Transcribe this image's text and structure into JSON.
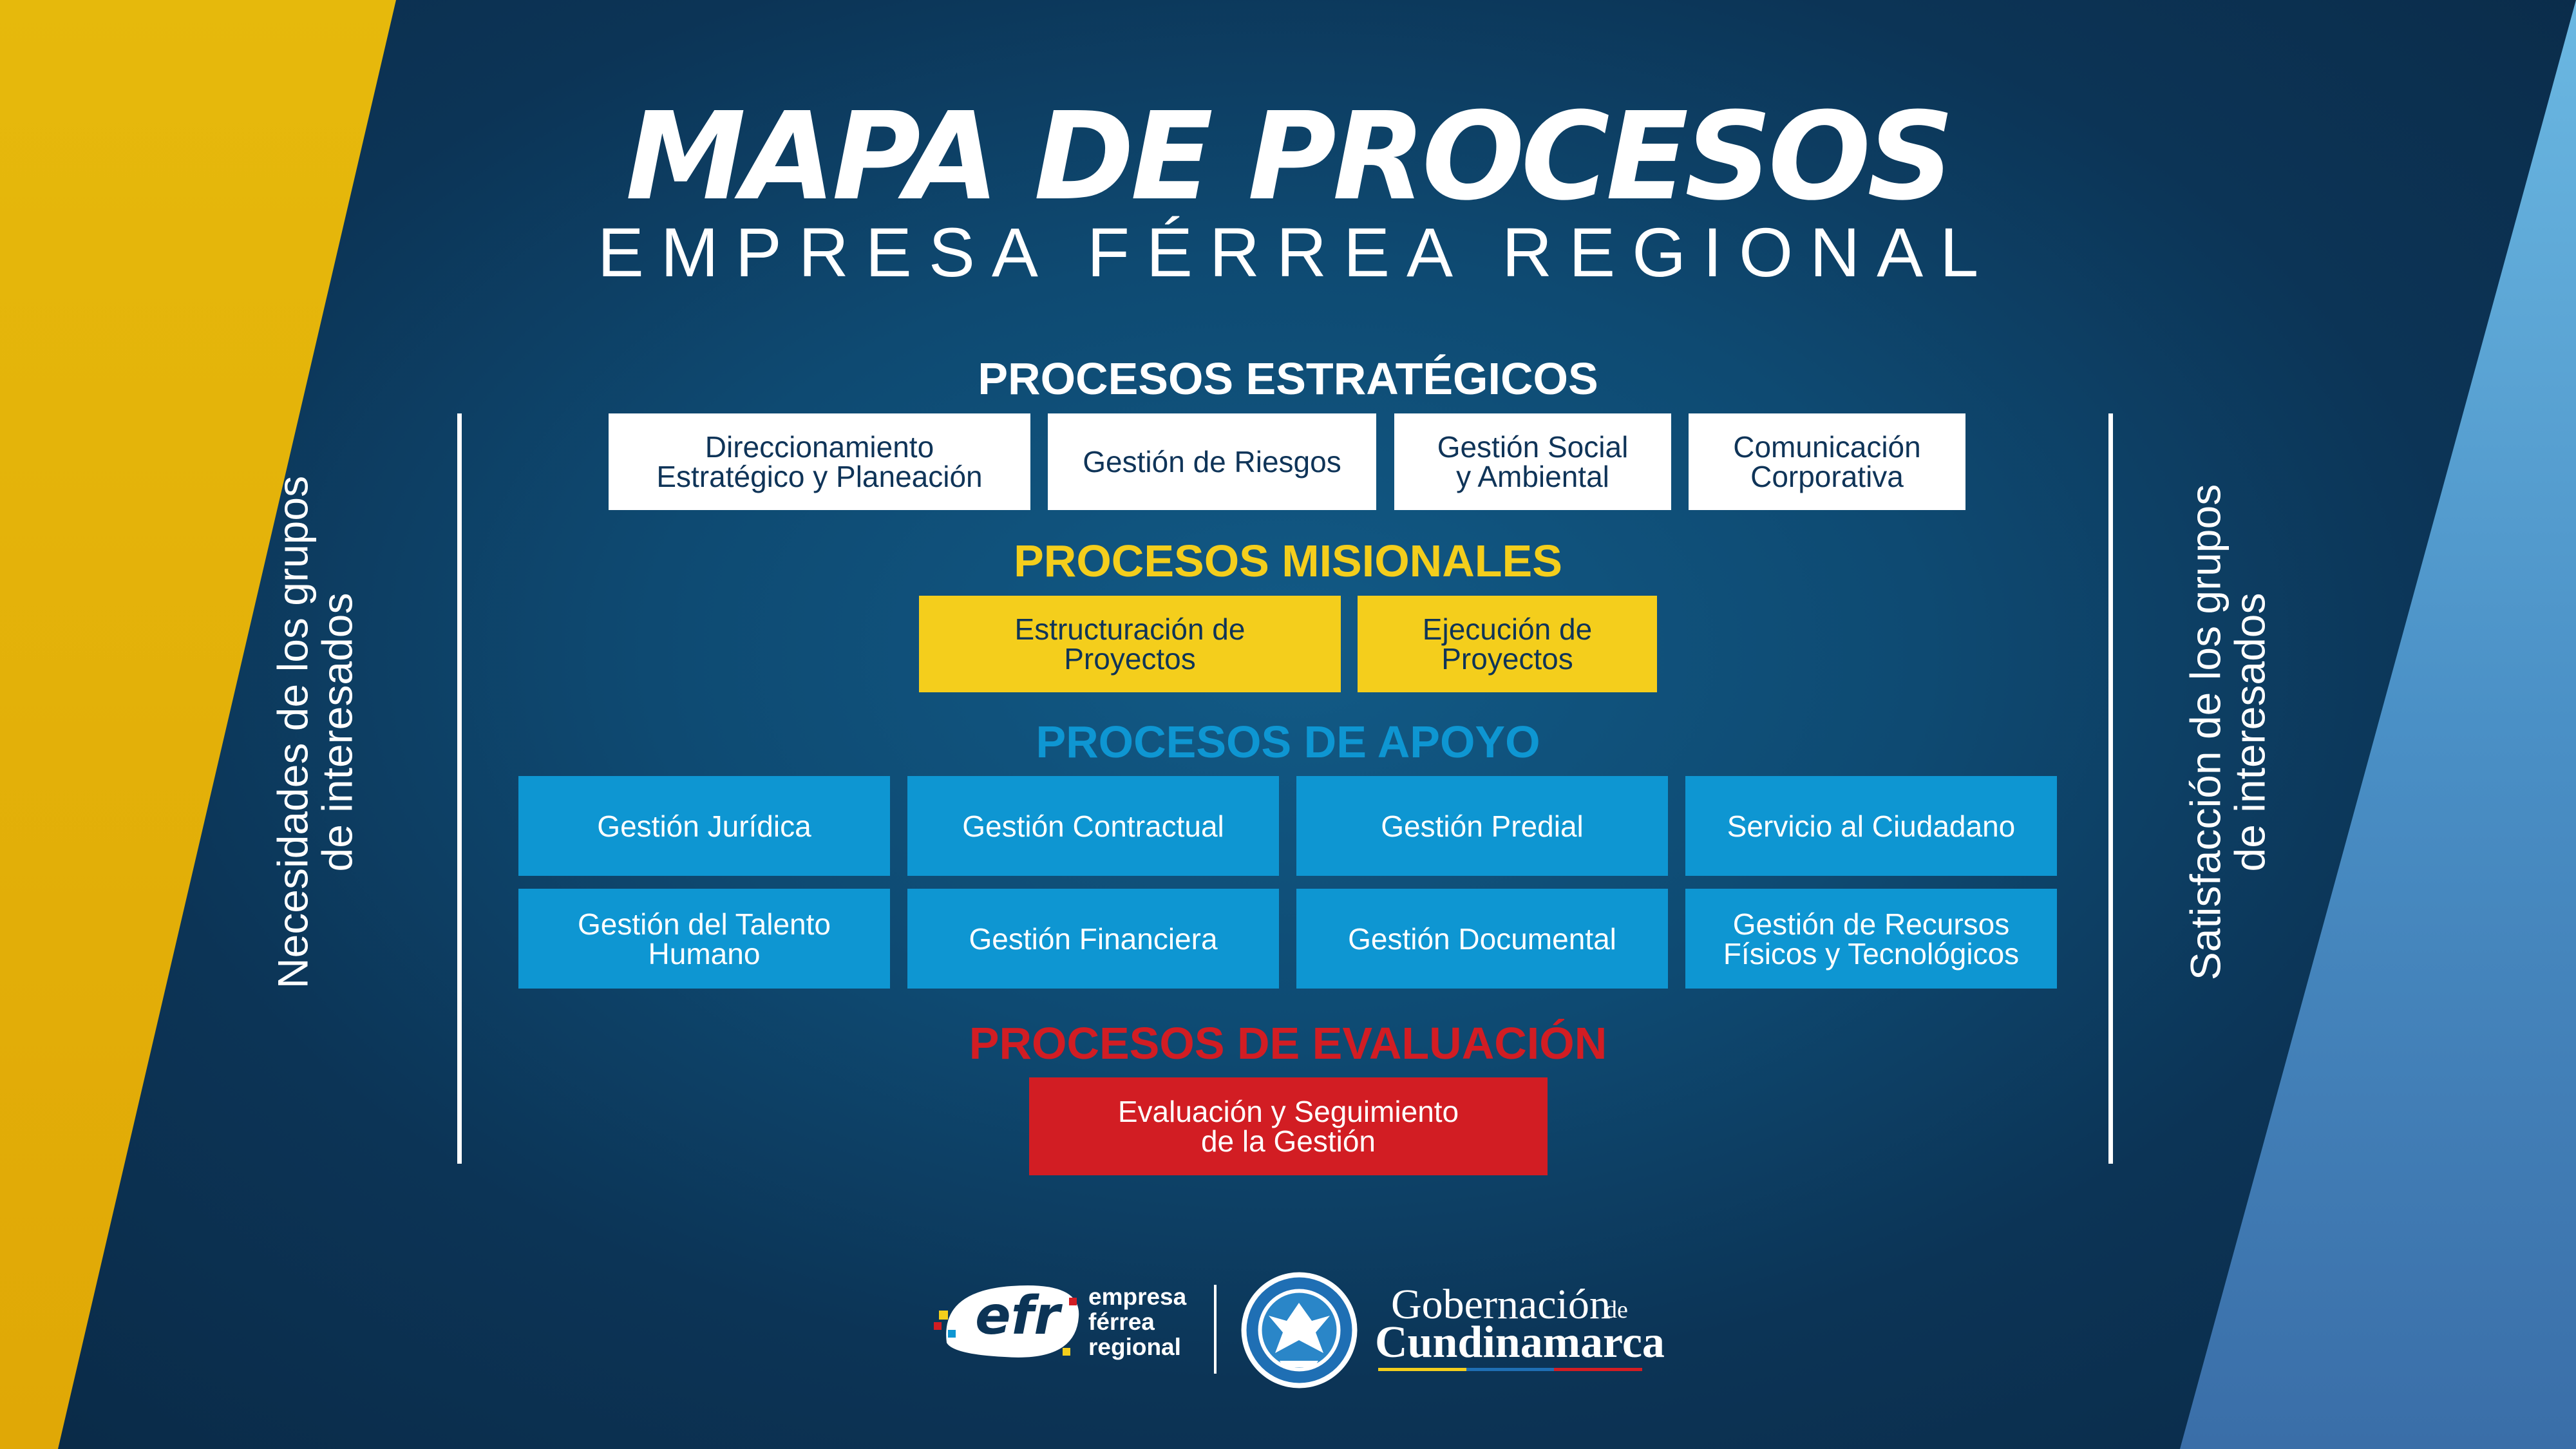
{
  "header": {
    "title": "MAPA DE PROCESOS",
    "subtitle": "EMPRESA FÉRREA REGIONAL"
  },
  "colors": {
    "background": "#0c3456",
    "yellow": "#f4ce1c",
    "blue": "#0e96d2",
    "red": "#d21d23",
    "white": "#ffffff",
    "left_stripe": "#e4b30a",
    "right_stripe": "#5aa8d8"
  },
  "sections": {
    "estrategicos": {
      "title": "PROCESOS ESTRATÉGICOS",
      "items": [
        "Direccionamiento\nEstratégico y Planeación",
        "Gestión de Riesgos",
        "Gestión Social\ny Ambiental",
        "Comunicación\nCorporativa"
      ]
    },
    "misionales": {
      "title": "PROCESOS MISIONALES",
      "items": [
        "Estructuración de\nProyectos",
        "Ejecución de\nProyectos"
      ]
    },
    "apoyo": {
      "title": "PROCESOS DE APOYO",
      "items": [
        "Gestión Jurídica",
        "Gestión Contractual",
        "Gestión Predial",
        "Servicio al Ciudadano",
        "Gestión del Talento\nHumano",
        "Gestión Financiera",
        "Gestión Documental",
        "Gestión de Recursos\nFísicos y Tecnológicos"
      ]
    },
    "evaluacion": {
      "title": "PROCESOS DE EVALUACIÓN",
      "items": [
        "Evaluación y Seguimiento\nde la Gestión"
      ]
    }
  },
  "sides": {
    "left": "Necesidades de los grupos\nde interesados",
    "right": "Satisfacción de los grupos\nde interesados"
  },
  "footer": {
    "efr_logo_mark": "efr",
    "efr_name": "empresa\nférrea\nregional",
    "seal_icon": "cundinamarca-seal-icon",
    "gobernacion": "Gobernación",
    "gobernacion_de": "de",
    "cundinamarca": "Cundinamarca"
  }
}
